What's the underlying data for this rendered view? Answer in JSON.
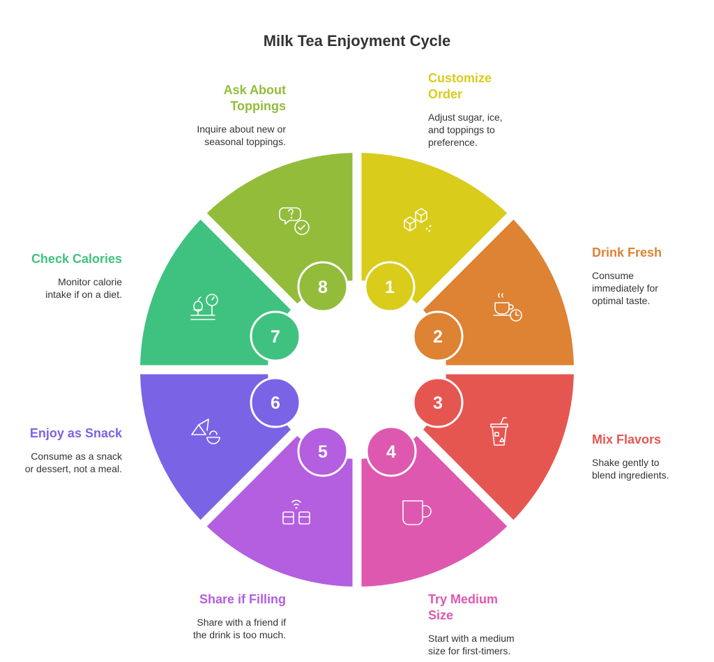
{
  "title": "Milk Tea Enjoyment Cycle",
  "steps": [
    {
      "number": "1",
      "heading": "Customize Order",
      "description": "Adjust sugar, ice, and toppings to preference.",
      "color": "#D9CC1B",
      "icon": "ice-cubes-icon"
    },
    {
      "number": "2",
      "heading": "Drink Fresh",
      "description": "Consume immediately for optimal taste.",
      "color": "#DE8233",
      "icon": "hot-cup-clock-icon"
    },
    {
      "number": "3",
      "heading": "Mix Flavors",
      "description": "Shake gently to blend ingredients.",
      "color": "#E65651",
      "icon": "bubble-tea-cup-icon"
    },
    {
      "number": "4",
      "heading": "Try Medium Size",
      "description": "Start with a medium size for first-timers.",
      "color": "#DE58AF",
      "icon": "mug-icon"
    },
    {
      "number": "5",
      "heading": "Share if Filling",
      "description": "Share with a friend if the drink is too much.",
      "color": "#B45EE0",
      "icon": "shared-cups-icon"
    },
    {
      "number": "6",
      "heading": "Enjoy as Snack",
      "description": "Consume as a snack or dessert, not a meal.",
      "color": "#7B63E6",
      "icon": "snack-icon"
    },
    {
      "number": "7",
      "heading": "Check Calories",
      "description": "Monitor calorie intake if on a diet.",
      "color": "#3FC27F",
      "icon": "food-scale-icon"
    },
    {
      "number": "8",
      "heading": "Ask About Toppings",
      "description": "Inquire about new or seasonal toppings.",
      "color": "#93BC3B",
      "icon": "question-chat-icon"
    }
  ]
}
